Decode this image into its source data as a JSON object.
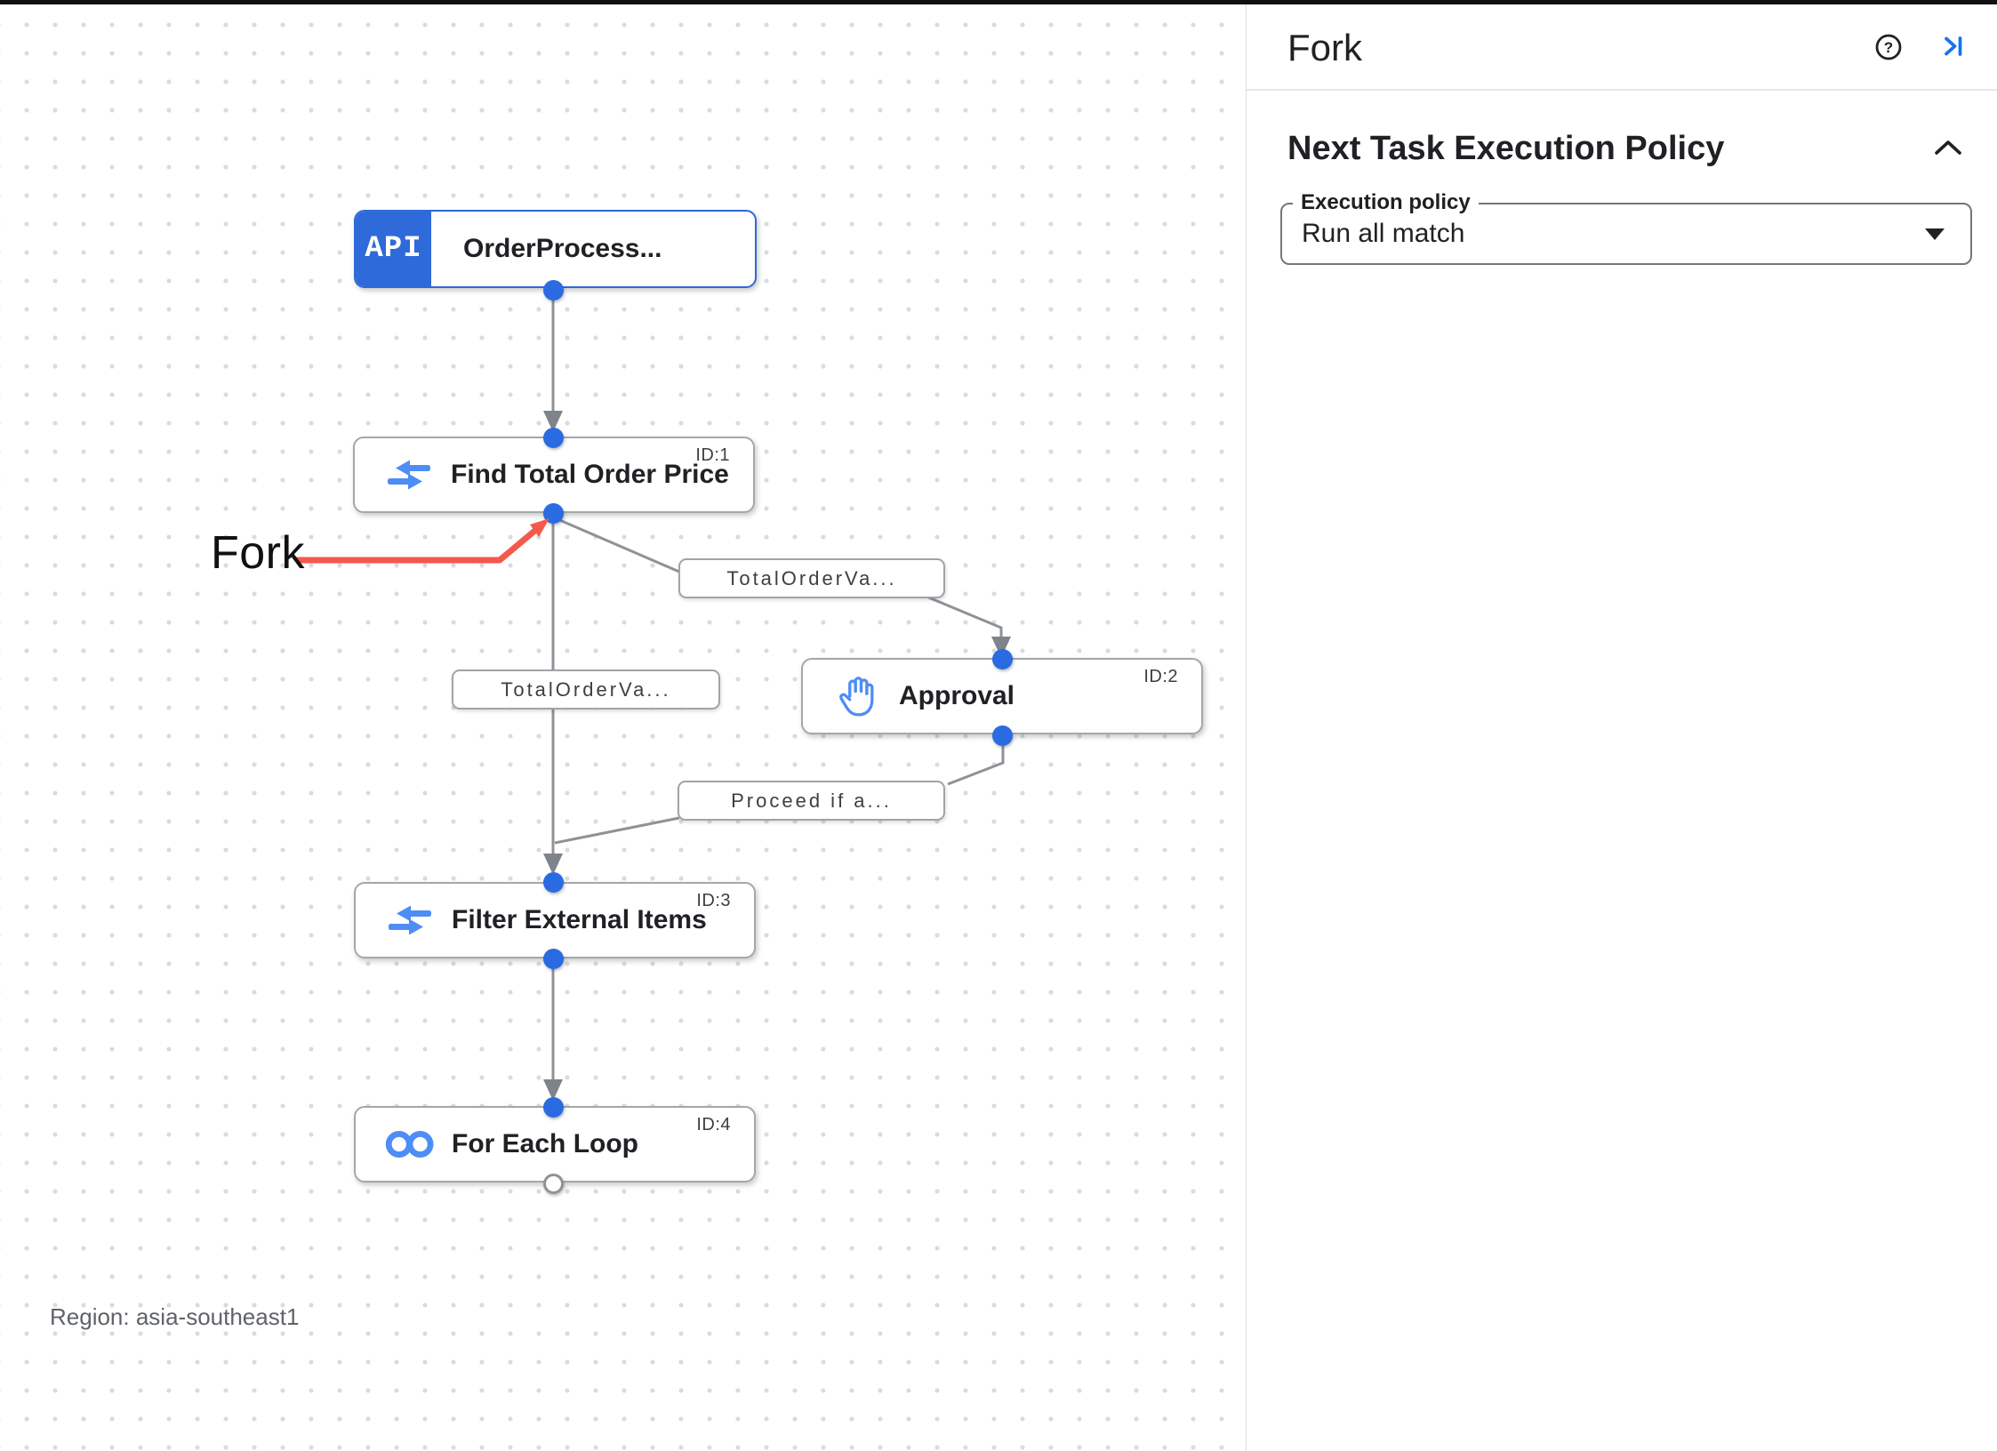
{
  "canvas": {
    "region_label": "Region: asia-southeast1",
    "annotation": {
      "label": "Fork"
    },
    "nodes": [
      {
        "badge": "API",
        "title": "OrderProcess...",
        "id_label": ""
      },
      {
        "title": "Find Total Order Price",
        "id_label": "ID:1"
      },
      {
        "title": "Approval",
        "id_label": "ID:2"
      },
      {
        "title": "Filter External Items",
        "id_label": "ID:3"
      },
      {
        "title": "For Each Loop",
        "id_label": "ID:4"
      }
    ],
    "edge_labels": [
      "TotalOrderVa...",
      "TotalOrderVa...",
      "Proceed if a..."
    ]
  },
  "panel": {
    "title": "Fork",
    "section": {
      "heading": "Next Task Execution Policy"
    },
    "field": {
      "label": "Execution policy",
      "value": "Run all match"
    },
    "icons": {
      "help_glyph": "?"
    }
  },
  "colors": {
    "accent_blue": "#2e6ad9",
    "icon_blue": "#4e8df5",
    "dot_blue": "#2a6be2",
    "edge_gray": "#8e9297",
    "annotation_red": "#f4594c"
  }
}
